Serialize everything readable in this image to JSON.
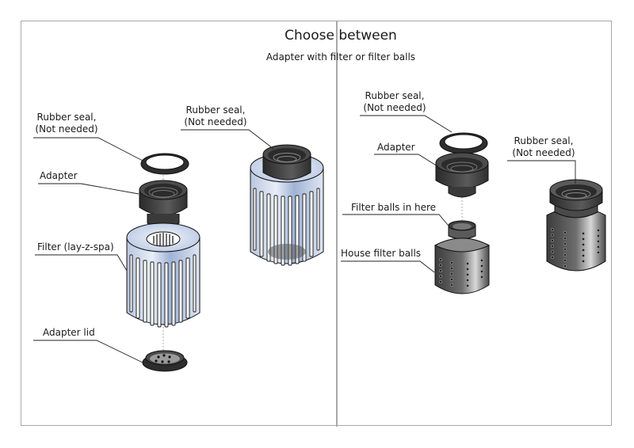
{
  "header": {
    "title": "Choose between",
    "subtitle": "Adapter with filter or filter balls"
  },
  "left_panel": {
    "exploded": {
      "labels": {
        "rubber_seal_line1": "Rubber seal,",
        "rubber_seal_line2": "(Not needed)",
        "adapter": "Adapter",
        "filter": "Filter (lay-z-spa)",
        "adapter_lid": "Adapter lid"
      }
    },
    "assembled": {
      "labels": {
        "rubber_seal_line1": "Rubber seal,",
        "rubber_seal_line2": "(Not needed)"
      }
    }
  },
  "right_panel": {
    "exploded": {
      "labels": {
        "rubber_seal_line1": "Rubber seal,",
        "rubber_seal_line2": "(Not needed)",
        "adapter": "Adapter",
        "filter_balls_in_here": "Filter balls in here",
        "house_filter_balls": "House filter balls"
      }
    },
    "assembled": {
      "labels": {
        "rubber_seal_line1": "Rubber seal,",
        "rubber_seal_line2": "(Not needed)"
      }
    }
  },
  "colors": {
    "frame": "#a8a8a8",
    "part_dark": "#3a3a3a",
    "filter_blue": "#c9d6ec",
    "housing_grey": "#6b6b6b"
  }
}
